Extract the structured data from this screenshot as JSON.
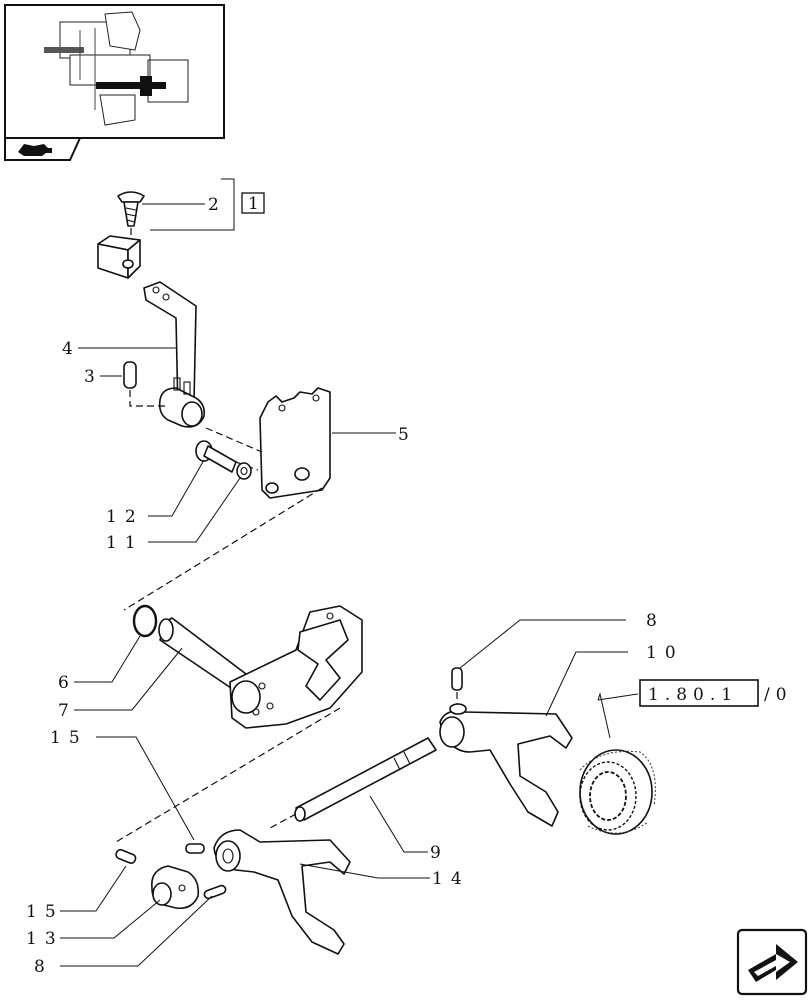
{
  "diagram": {
    "callouts": {
      "c2": "2",
      "c4": "4",
      "c3": "3",
      "c5": "5",
      "c12": "12",
      "c11": "11",
      "c8a": "8",
      "c10": "10",
      "c6": "6",
      "c7": "7",
      "c15a": "15",
      "c9": "9",
      "c14": "14",
      "c15b": "15",
      "c13": "13",
      "c8b": "8"
    },
    "kit_ref": "1",
    "cross_ref": {
      "boxed": "1.80.1",
      "suffix": "/0"
    }
  },
  "icons": {
    "thumbnail": "assembly-thumbnail-icon",
    "nav_tab": "tractor-nav-icon",
    "next_page": "next-page-arrow-icon"
  }
}
